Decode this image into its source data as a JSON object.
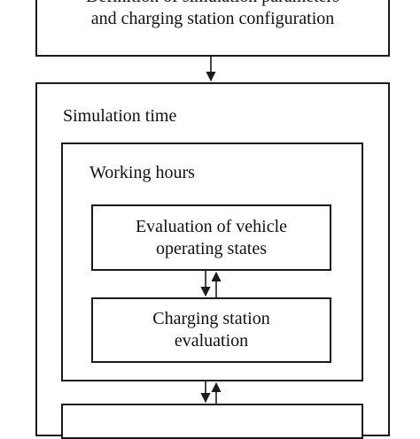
{
  "blocks": {
    "top": {
      "line1": "Definition of simulation parameters",
      "line2": "and charging station configuration"
    },
    "simulation": {
      "label": "Simulation time"
    },
    "working": {
      "label": "Working hours"
    },
    "vehicle_eval": {
      "line1": "Evaluation of vehicle",
      "line2": "operating states"
    },
    "charging_eval": {
      "line1": "Charging station",
      "line2": "evaluation"
    }
  }
}
